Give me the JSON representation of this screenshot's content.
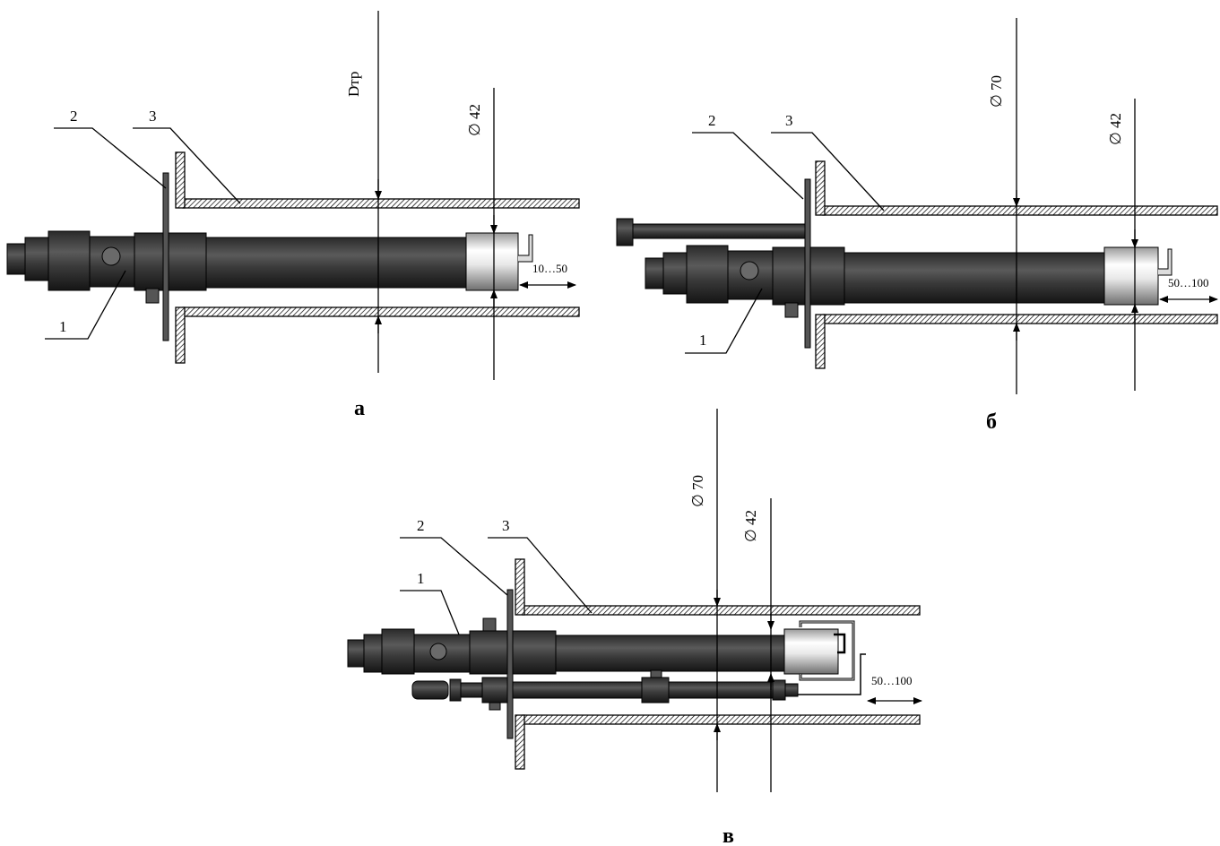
{
  "views": {
    "a": {
      "caption": "а",
      "label1": "1",
      "label2": "2",
      "label3": "3",
      "dim_tube": "Dтр",
      "dim_cup": "∅ 42",
      "dim_gap": "10…50"
    },
    "b": {
      "caption": "б",
      "label1": "1",
      "label2": "2",
      "label3": "3",
      "dim_tube": "∅ 70",
      "dim_cup": "∅ 42",
      "dim_gap": "50…100"
    },
    "c": {
      "caption": "в",
      "label1": "1",
      "label2": "2",
      "label3": "3",
      "dim_tube": "∅ 70",
      "dim_cup": "∅ 42",
      "dim_gap": "50…100"
    }
  }
}
